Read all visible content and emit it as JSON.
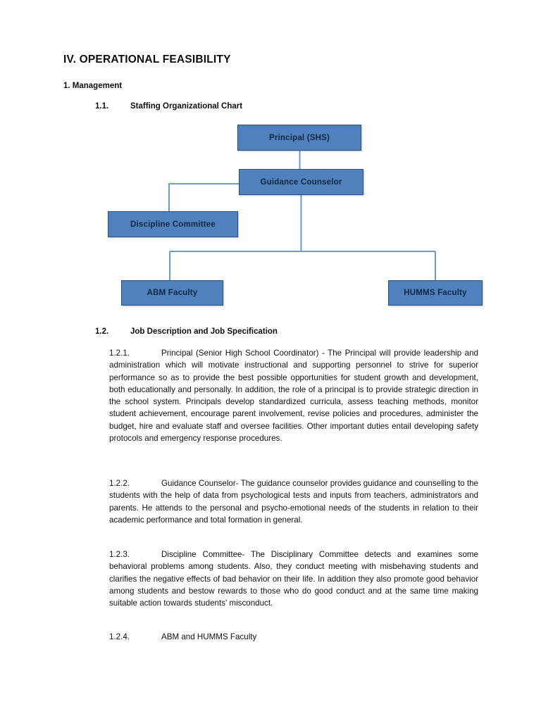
{
  "document": {
    "title": "IV. OPERATIONAL FEASIBILITY",
    "section_heading": "1. Management"
  },
  "subheadings": {
    "s1_1": {
      "number": "1.1.",
      "label": "Staffing Organizational Chart"
    },
    "s1_2": {
      "number": "1.2.",
      "label": "Job Description and Job Specification"
    }
  },
  "org_chart": {
    "title": "Staffing Organizational Chart",
    "node_fill_color": "#4E81BD",
    "node_border_color": "#2A5083",
    "connector_color": "#6E9BCB",
    "nodes": [
      {
        "id": "principal",
        "label": "Principal (SHS)"
      },
      {
        "id": "guidance",
        "label": "Guidance Counselor"
      },
      {
        "id": "discipline",
        "label": "Discipline Committee"
      },
      {
        "id": "abm",
        "label": "ABM Faculty"
      },
      {
        "id": "humms",
        "label": "HUMMS Faculty"
      }
    ],
    "edges": [
      {
        "from": "principal",
        "to": "guidance"
      },
      {
        "from": "guidance",
        "to": "discipline"
      },
      {
        "from": "guidance",
        "to": "abm"
      },
      {
        "from": "guidance",
        "to": "humms"
      }
    ]
  },
  "paragraphs": {
    "p121": {
      "number": "1.2.1.",
      "text": "Principal (Senior High School Coordinator) - The Principal will provide leadership and administration which will motivate instructional and supporting personnel to strive for superior performance so as to provide the best possible opportunities for student growth and development, both educationally and personally. In addition, the role of a principal is to provide strategic direction in the school system. Principals develop standardized curricula, assess teaching methods, monitor student achievement, encourage parent involvement, revise policies and procedures, administer the budget, hire and evaluate staff and oversee facilities. Other important duties entail developing safety protocols and emergency response procedures."
    },
    "p122": {
      "number": "1.2.2.",
      "text": "Guidance Counselor- The guidance counselor provides guidance and counselling to the students with the help of data from psychological tests and inputs from teachers, administrators and parents. He attends to the personal and psycho-emotional needs of the students in relation to their academic performance and total formation in general."
    },
    "p123": {
      "number": "1.2.3.",
      "text": "Discipline Committee- The Disciplinary Committee detects and examines some behavioral problems among students. Also, they conduct meeting with misbehaving students and clarifies the negative effects of bad behavior on their life. In addition they also promote good behavior among students and bestow rewards to those who do good conduct and at the same time making suitable action towards students' misconduct."
    },
    "p124": {
      "number": "1.2.4.",
      "text": "ABM and HUMMS Faculty"
    }
  }
}
